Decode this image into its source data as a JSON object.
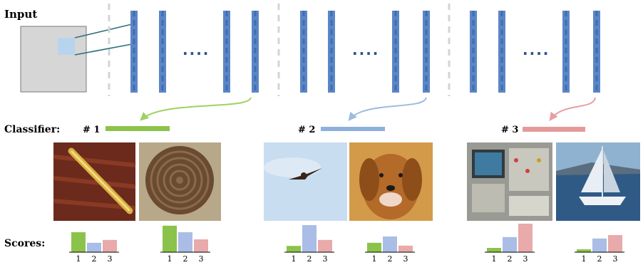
{
  "labels": {
    "input": "Input",
    "classifier": "Classifier:",
    "scores": "Scores:",
    "ellipsis": "...."
  },
  "colors": {
    "layer": "#5b86c5",
    "layer_dash": "#3f6db3",
    "divider": "#d4d4d4",
    "input_box": "#d6d6d6",
    "patch": "#b7d4ee",
    "connector": "#2f6f7c"
  },
  "classifiers": [
    {
      "name": "# 1",
      "color": "#8bc34a",
      "arrow_color": "#9fd260",
      "images": [
        {
          "subject": "pen",
          "icon": "pen-photo-icon",
          "bg": "#6b2a1c"
        },
        {
          "subject": "manhole",
          "icon": "manhole-photo-icon",
          "bg": "#b8a88a"
        }
      ]
    },
    {
      "name": "# 2",
      "color": "#8fb0dc",
      "arrow_color": "#9dbbe0",
      "images": [
        {
          "subject": "bird",
          "icon": "bird-photo-icon",
          "bg": "#c9ddf0"
        },
        {
          "subject": "dog",
          "icon": "dog-photo-icon",
          "bg": "#c98a3a"
        }
      ]
    },
    {
      "name": "# 3",
      "color": "#e49a9a",
      "arrow_color": "#e4a0a0",
      "images": [
        {
          "subject": "oscilloscope",
          "icon": "oscilloscope-photo-icon",
          "bg": "#9a9a94"
        },
        {
          "subject": "sailboat",
          "icon": "sailboat-photo-icon",
          "bg": "#2f5a86"
        }
      ]
    }
  ],
  "chart_data": {
    "type": "bar",
    "categories": [
      "1",
      "2",
      "3"
    ],
    "series_colors": [
      "#8bc34a",
      "#a9bde6",
      "#e8aaaa"
    ],
    "ylim": [
      0,
      1
    ],
    "charts": [
      {
        "values": [
          0.7,
          0.33,
          0.43
        ]
      },
      {
        "values": [
          0.93,
          0.7,
          0.45
        ]
      },
      {
        "values": [
          0.22,
          0.95,
          0.43
        ]
      },
      {
        "values": [
          0.33,
          0.55,
          0.23
        ]
      },
      {
        "values": [
          0.15,
          0.53,
          1.0
        ]
      },
      {
        "values": [
          0.1,
          0.48,
          0.6
        ]
      }
    ]
  }
}
